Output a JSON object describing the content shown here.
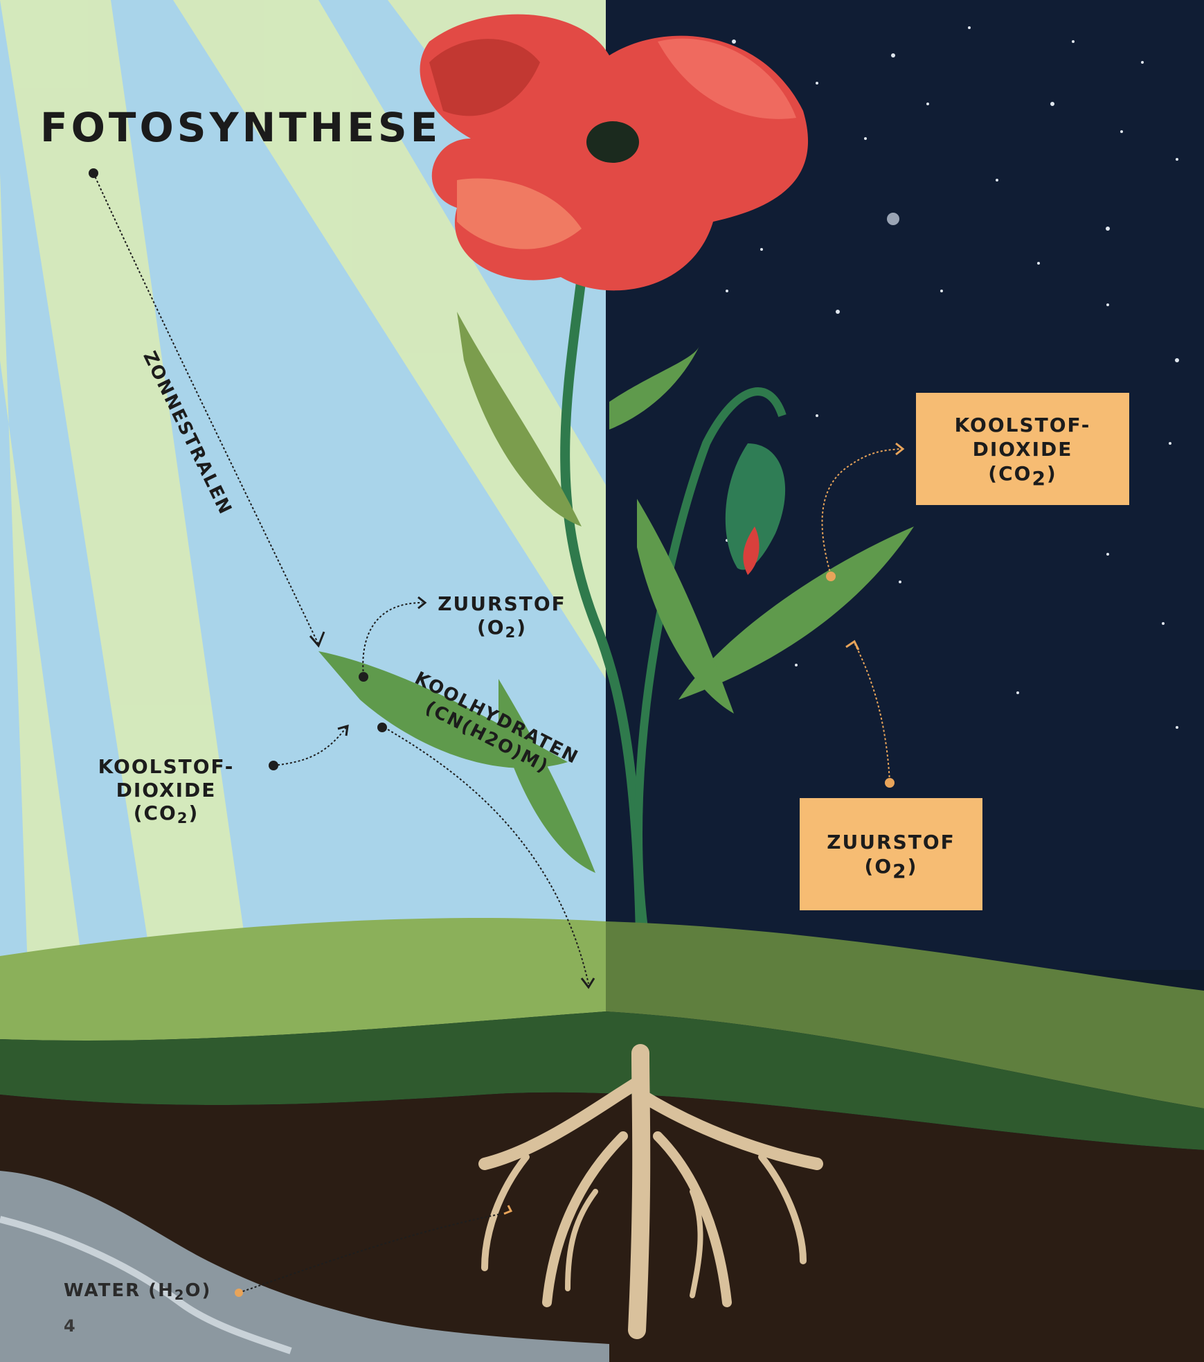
{
  "title": "FOTOSYNTHESE",
  "labels": {
    "zonnestralen": "ZONNESTRALEN",
    "zuurstof_day_line1": "ZUURSTOF",
    "zuurstof_day_line2": "(O",
    "zuurstof_day_sub": "2",
    "zuurstof_day_close": ")",
    "koolhydraten_line1": "KOOLHYDRATEN",
    "koolhydraten_line2": "(CN(H2O)M)",
    "co2_day_line1": "KOOLSTOF-",
    "co2_day_line2": "DIOXIDE",
    "co2_day_line3": "(CO",
    "co2_day_sub": "2",
    "co2_day_close": ")",
    "water": "WATER (H",
    "water_sub": "2",
    "water_close": "O)"
  },
  "night_boxes": {
    "co2_line1": "KOOLSTOF-",
    "co2_line2": "DIOXIDE",
    "co2_line3": "(CO",
    "co2_sub": "2",
    "co2_close": ")",
    "o2_line1": "ZUURSTOF",
    "o2_line2": "(O",
    "o2_sub": "2",
    "o2_close": ")"
  },
  "page_number": "4",
  "colors": {
    "sky": "#a9d4ea",
    "sun_rays": "#d8ebb6",
    "night": "#0f1d33",
    "poppy": "#e24a45",
    "leaf": "#5f9a4c",
    "grass": "#7ea24b",
    "soil": "#2b1d14",
    "roots": "#d9c19c",
    "water": "#8c98a0",
    "box": "#f6bc73"
  }
}
